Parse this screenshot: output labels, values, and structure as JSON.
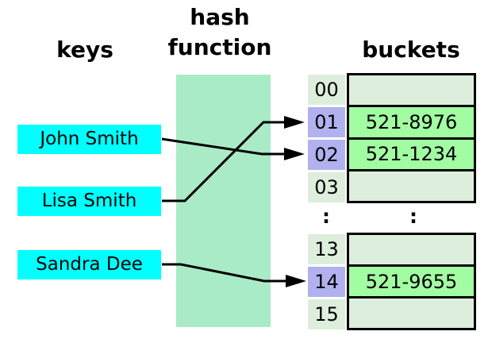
{
  "headers": {
    "keys": "keys",
    "hash_line1": "hash",
    "hash_line2": "function",
    "buckets": "buckets"
  },
  "keys": [
    {
      "label": "John Smith"
    },
    {
      "label": "Lisa Smith"
    },
    {
      "label": "Sandra Dee"
    }
  ],
  "table": {
    "top_rows": [
      {
        "index": "00",
        "value": "",
        "highlighted": false
      },
      {
        "index": "01",
        "value": "521-8976",
        "highlighted": true
      },
      {
        "index": "02",
        "value": "521-1234",
        "highlighted": true
      },
      {
        "index": "03",
        "value": "",
        "highlighted": false
      }
    ],
    "ellipsis": ":",
    "bottom_rows": [
      {
        "index": "13",
        "value": "",
        "highlighted": false
      },
      {
        "index": "14",
        "value": "521-9655",
        "highlighted": true
      },
      {
        "index": "15",
        "value": "",
        "highlighted": false
      }
    ]
  },
  "mappings": [
    {
      "key": "John Smith",
      "bucket": "02"
    },
    {
      "key": "Lisa Smith",
      "bucket": "01"
    },
    {
      "key": "Sandra Dee",
      "bucket": "14"
    }
  ],
  "colors": {
    "key_box": "#00ffff",
    "hash_box": "#a9ebc7",
    "index_normal": "#ddeedd",
    "index_highlight": "#b1b1f0",
    "bucket_empty": "#ddeedd",
    "bucket_filled": "#a2fca2",
    "line": "#000000"
  }
}
